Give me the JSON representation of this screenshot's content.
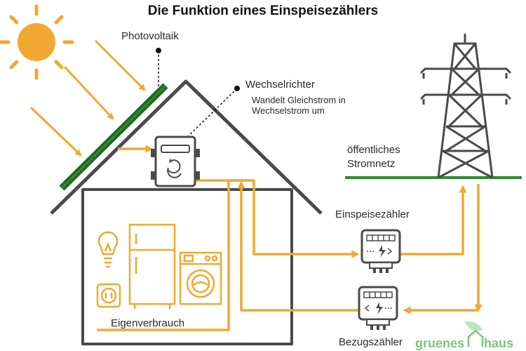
{
  "title": "Die Funktion eines Einspeisezählers",
  "labels": {
    "photovoltaik": "Photovoltaik",
    "wechselrichter": "Wechselrichter",
    "wechselrichter_desc_1": "Wandelt Gleichstrom in",
    "wechselrichter_desc_2": "Wechselstrom um",
    "netz_1": "öffentliches",
    "netz_2": "Stromnetz",
    "einspeisezaehler": "Einspeisezähler",
    "bezugszaehler": "Bezugszähler",
    "eigenverbrauch": "Eigenverbrauch"
  },
  "logo": {
    "part1": "gruenes",
    "part2": "haus"
  },
  "colors": {
    "orange": "#F0A830",
    "dark": "#4a4a4a",
    "green_panel": "#1f6b1f",
    "grid_line": "#2e8b2e",
    "logo_green": "#7cc47c"
  }
}
